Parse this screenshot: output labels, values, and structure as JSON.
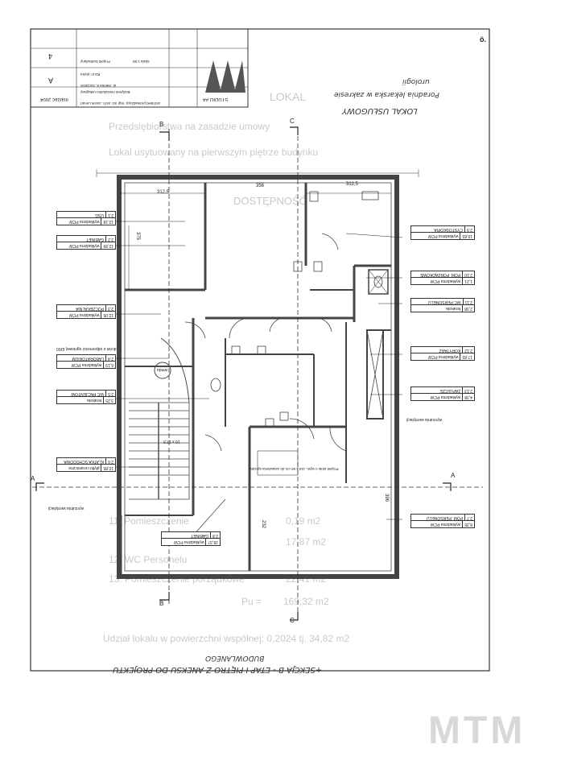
{
  "colors": {
    "ink": "#222222",
    "ghost": "#c9c9c9",
    "logo": "#d8d8d8",
    "wall": "#444444"
  },
  "ghost_text": {
    "lokal": "LOKAL",
    "line1": "Przedsiębiorstwa na zasadzie umowy",
    "line2": "Lokal usytuowany na pierwszym piętrze budynku",
    "heading": "DOSTĘPNOŚĆ",
    "row11": "11. Pomieszczenie",
    "row11_val": "0,19 m2",
    "row12": "12. WC Personelu",
    "row12_val": "17,87 m2",
    "row13": "13. Pomieszczenie porządkowe",
    "row13_val": "22,41 m2",
    "total_label": "Pu =",
    "total_val": "169,32 m2",
    "share": "Udział lokalu w powierzchni wspólnej: 0,2024 tj. 34,82 m2"
  },
  "handwriting": {
    "title": "LOKAL USŁUGOWY",
    "subtitle": "Poradnia lekarska w zakresie",
    "subtitle2": "urologii",
    "bottom": "+SEKCJA B - ETAP I PIĘTRO Z ANEKSU DO PROJEKTU",
    "bottom2": "BUDOWLANEGO"
  },
  "title_block": {
    "project": "Budynek mieszkalno-usługowy",
    "address": "ul. Sienna 8, Szczecin",
    "author": "architekt prowadzący: mgr inż. arch. Jacek Lenart",
    "drawing": "Rzut I piętra",
    "scale": "skala 1:50",
    "stage": "Projekt budowlany",
    "date": "marzec 2004",
    "sheet": "A",
    "number": "4",
    "studio": "STUDIO A4"
  },
  "rooms": [
    {
      "num": "2.1",
      "name": "USG",
      "area": "12,18",
      "finish": "wykładzina PCW"
    },
    {
      "num": "2.2",
      "name": "GABINET",
      "area": "12,89",
      "finish": "wykładzina PCW"
    },
    {
      "num": "2.3",
      "name": "POCZEKALNIA",
      "area": "12,05",
      "finish": "wykładzina PCW"
    },
    {
      "num": "2.4",
      "name": "LABORATORIUM",
      "area": "6,19",
      "finish": "wykładzina PCW"
    },
    {
      "num": "2.5",
      "name": "WC PACJENTÓW",
      "area": "3,25",
      "finish": "terakota"
    },
    {
      "num": "2.6",
      "name": "KLATKA SCHODOWA",
      "area": "10,85",
      "finish": "płytki ceramiczne"
    },
    {
      "num": "2.7",
      "name": "POM. PERSONELU",
      "area": "8,35",
      "finish": "wykładzina PCW"
    },
    {
      "num": "2.8",
      "name": "GABINET",
      "area": "18,37",
      "finish": "wykładzina PCW"
    },
    {
      "num": "2.9",
      "name": "CYSTOSKOPIA",
      "area": "10,83",
      "finish": "wykładzina PCW"
    },
    {
      "num": "2.10",
      "name": "POM. PORZĄDKOWE",
      "area": "1,21",
      "finish": "wykładzina PCW"
    },
    {
      "num": "2.11",
      "name": "WC PERSONELU",
      "area": "2,38",
      "finish": "terakota"
    },
    {
      "num": "2.12",
      "name": "KORYTARZ",
      "area": "17,83",
      "finish": "wykładzina PCW"
    },
    {
      "num": "2.13",
      "name": "ZAPLECZE",
      "area": "4,38",
      "finish": "wykładzina PCW"
    }
  ],
  "section": {
    "a": "A",
    "b": "B",
    "c": "C"
  },
  "dims": {
    "d1": "312,5",
    "d2": "356",
    "d3": "312,5",
    "d4": "375",
    "d5": "396",
    "d6": "232"
  },
  "notes": {
    "door_note": "drzwi o odporności ogniowej EI60",
    "vent_note": "wyrzutnia wentylacji",
    "stair": "10 x 17,5",
    "lift": "winda",
    "table_note": "Projekt stołu o wym. 110 x 60 cm do ustawienia sprzętu"
  },
  "logo": "MTM"
}
